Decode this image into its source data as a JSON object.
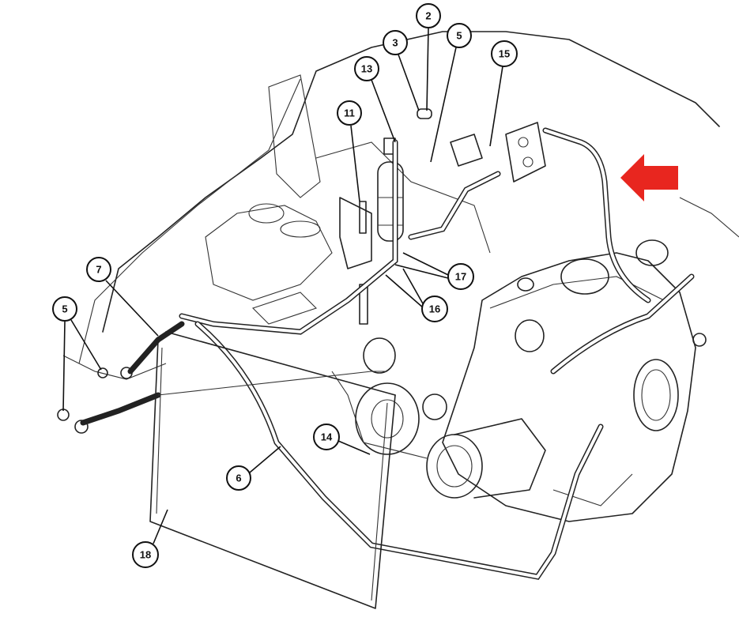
{
  "diagram": {
    "callouts": [
      "2",
      "3",
      "5",
      "15",
      "13",
      "11",
      "7",
      "5",
      "17",
      "16",
      "14",
      "6",
      "18"
    ],
    "arrow_color": "#e8261f"
  }
}
